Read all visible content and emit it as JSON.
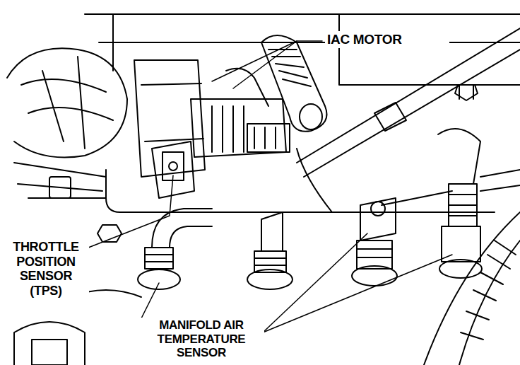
{
  "diagram": {
    "labels": [
      "IAC MOTOR",
      "THROTTLE POSITION SENSOR (TPS)",
      "MANIFOLD AIR TEMPERATURE SENSOR"
    ]
  }
}
